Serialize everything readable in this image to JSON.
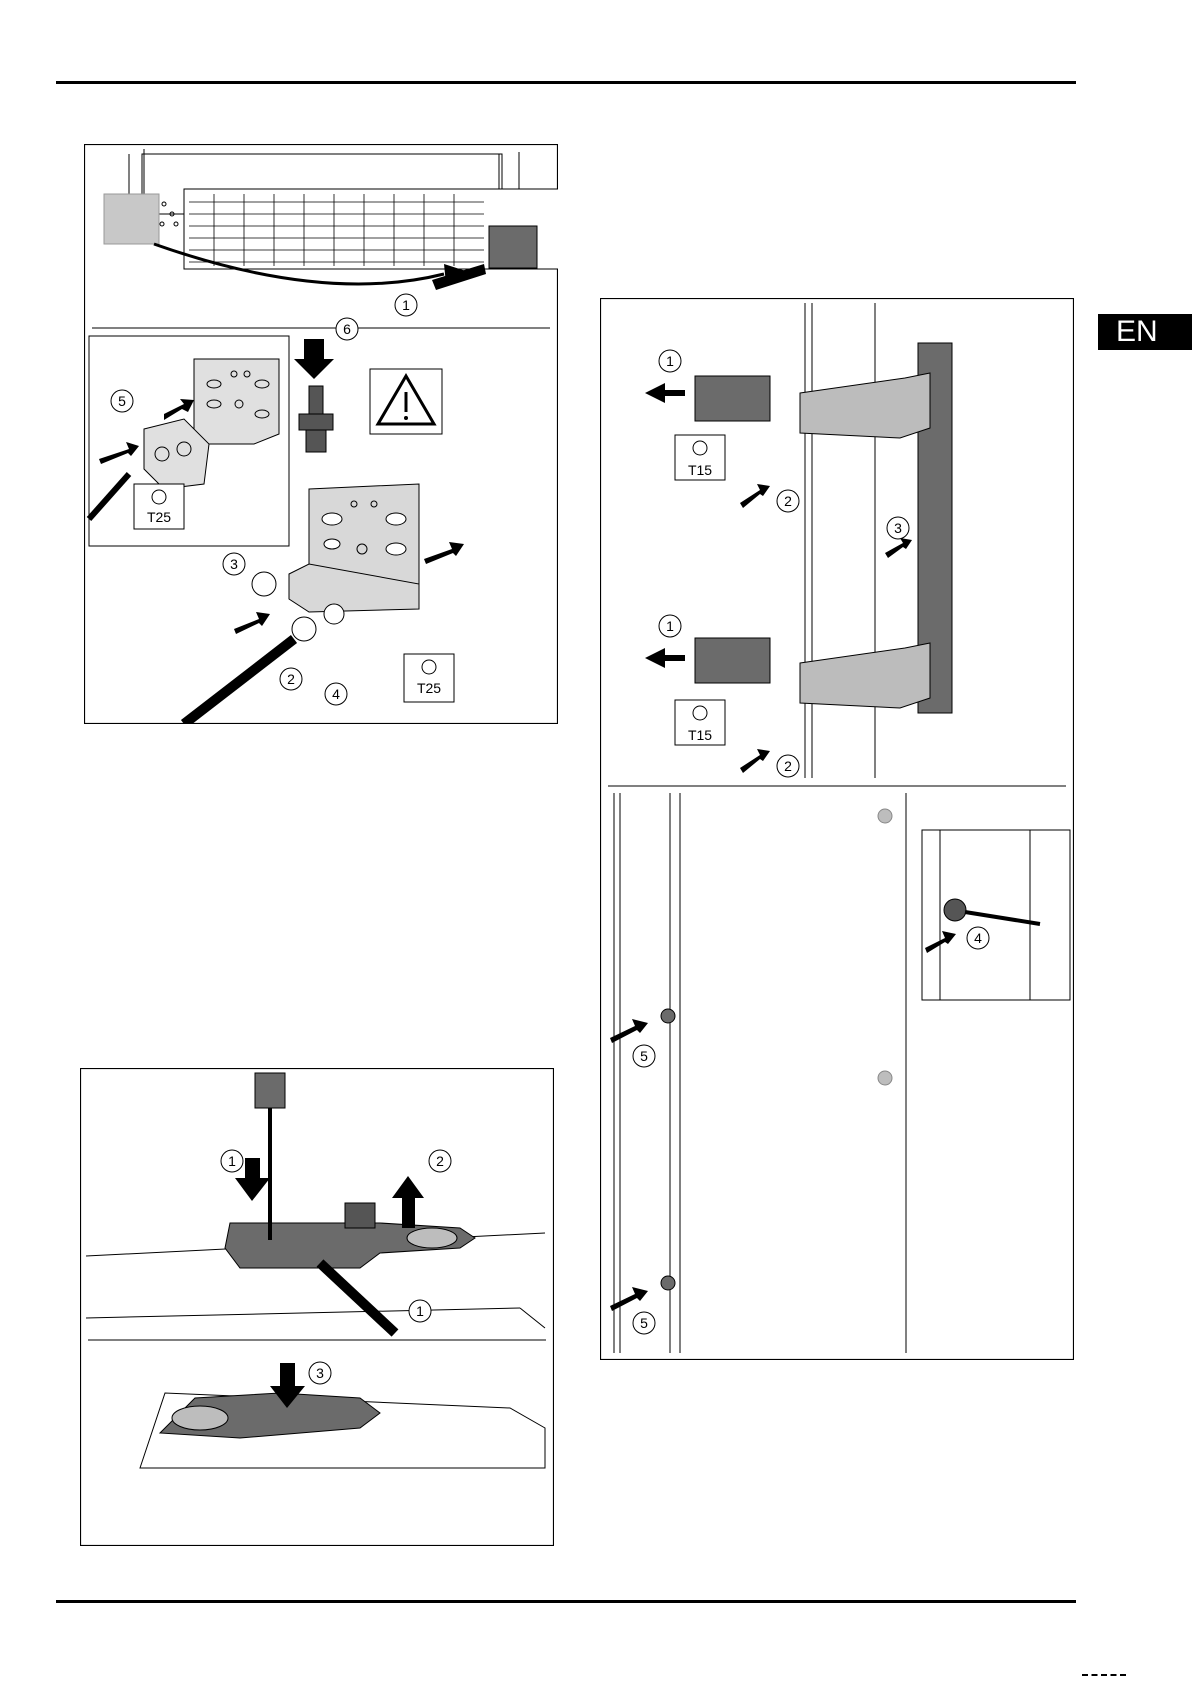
{
  "header": {
    "language_tab": "EN"
  },
  "figure_1": {
    "callouts": [
      "1",
      "2",
      "3",
      "4",
      "5",
      "6"
    ],
    "tool_labels": {
      "inset": "T25",
      "main": "T25"
    }
  },
  "figure_2": {
    "callouts": [
      "1",
      "2",
      "3",
      "4",
      "5"
    ],
    "tool_labels": {
      "upper": "T15",
      "lower": "T15"
    }
  },
  "figure_3": {
    "callouts": [
      "1",
      "2",
      "1",
      "3"
    ]
  },
  "colors": {
    "ink": "#000000",
    "gray_part": "#6b6b6b",
    "light_gray": "#bdbdbd"
  }
}
